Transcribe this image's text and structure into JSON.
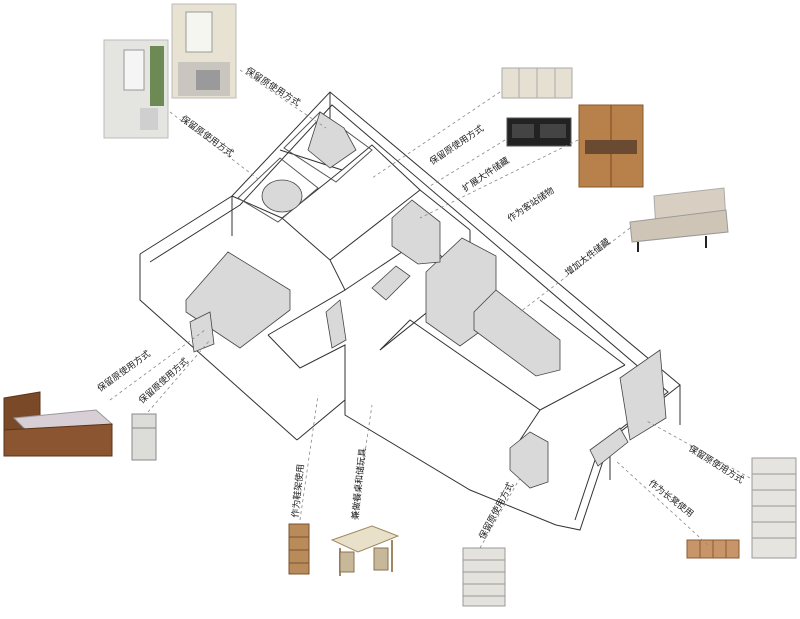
{
  "labels": {
    "kitchen": "保留原使用方式",
    "bath": "保留原使用方式",
    "upper_cabinet": "保留原使用方式",
    "wardrobe": "扩展大件储藏",
    "tv_cabinet": "作为客站储物",
    "sofa": "增加大件储藏",
    "bedroom": "保留原使用方式",
    "fridge": "保留原使用方式",
    "shoe_rack": "作为鞋架使用",
    "dining": "兼做餐桌和储玩具",
    "drawer_chest": "保留原使用方式",
    "long_bench": "作为长凳使用",
    "right_cabinet": "保留原使用方式"
  },
  "colors": {
    "line": "#333333",
    "dashed": "#888888",
    "furniture": "#d9d9d9",
    "wood": "#8a6a4a"
  }
}
